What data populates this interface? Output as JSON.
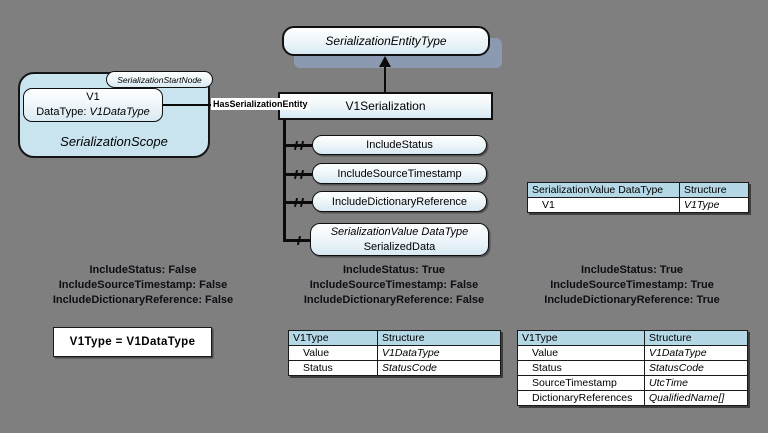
{
  "colors": {
    "background": "#7f7f7f",
    "scope_fill": "#c9e4ef",
    "node_gradient_bottom": "#d8eaf3",
    "table_header_fill": "#b5d8e7",
    "drop_shadow_slate": "#8b9ab1",
    "line_color": "#0a0a0a"
  },
  "diagram": {
    "entity_type_label": "SerializationEntityType",
    "v1_serialization_label": "V1Serialization",
    "has_serialization_entity_label": "HasSerializationEntity",
    "scope": {
      "label": "SerializationScope",
      "start_node_label": "SerializationStartNode",
      "v1_box": {
        "name": "V1",
        "datatype_label": "DataType: ",
        "datatype_value": "V1DataType"
      }
    },
    "children": [
      {
        "label": "IncludeStatus",
        "hatch": "double"
      },
      {
        "label": "IncludeSourceTimestamp",
        "hatch": "double"
      },
      {
        "label": "IncludeDictionaryReference",
        "hatch": "double"
      },
      {
        "label_line1": "SerializationValue DataType",
        "label_line2": "SerializedData",
        "hatch": "single"
      }
    ]
  },
  "serialization_value_table": {
    "headers": [
      "SerializationValue DataType",
      "Structure"
    ],
    "rows": [
      [
        "V1",
        "V1Type"
      ]
    ]
  },
  "cases": [
    {
      "lines": [
        "IncludeStatus: False",
        "IncludeSourceTimestamp: False",
        "IncludeDictionaryReference: False"
      ],
      "equation": "V1Type = V1DataType"
    },
    {
      "lines": [
        "IncludeStatus: True",
        "IncludeSourceTimestamp: False",
        "IncludeDictionaryReference: False"
      ],
      "table": {
        "headers": [
          "V1Type",
          "Structure"
        ],
        "rows": [
          [
            "Value",
            "V1DataType"
          ],
          [
            "Status",
            "StatusCode"
          ]
        ]
      }
    },
    {
      "lines": [
        "IncludeStatus: True",
        "IncludeSourceTimestamp: True",
        "IncludeDictionaryReference: True"
      ],
      "table": {
        "headers": [
          "V1Type",
          "Structure"
        ],
        "rows": [
          [
            "Value",
            "V1DataType"
          ],
          [
            "Status",
            "StatusCode"
          ],
          [
            "SourceTimestamp",
            "UtcTime"
          ],
          [
            "DictionaryReferences",
            "QualifiedName[]"
          ]
        ]
      }
    }
  ]
}
